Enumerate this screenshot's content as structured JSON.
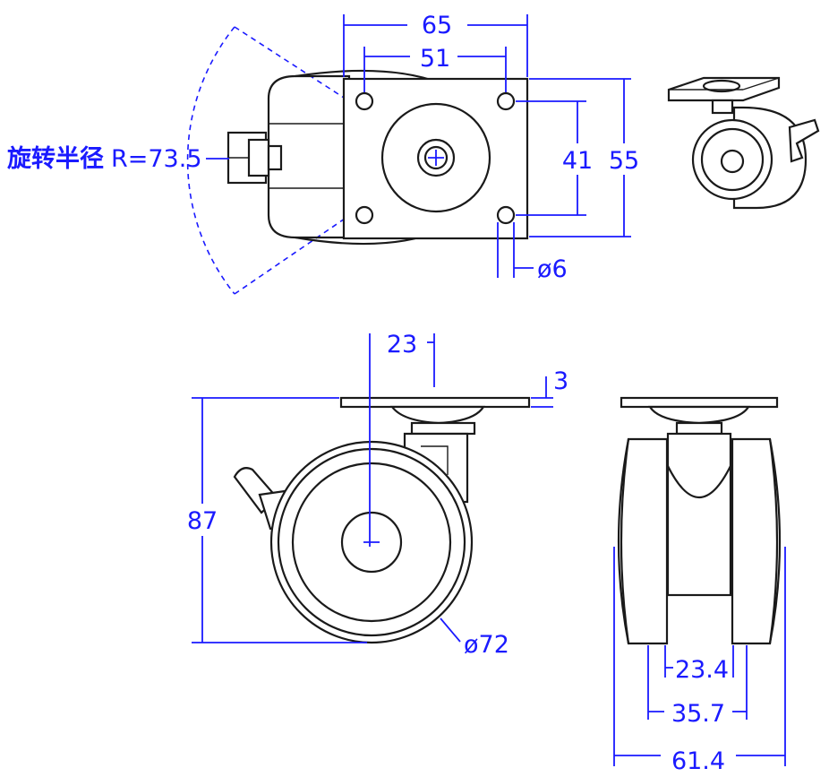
{
  "top_view": {
    "label": "旋转半径",
    "radius": "R=73.5",
    "width_outer": "65",
    "width_inner": "51",
    "height_inner": "41",
    "height_outer": "55",
    "hole_dia": "ø6"
  },
  "side_view": {
    "offset": "23",
    "plate_thickness": "3",
    "total_height": "87",
    "wheel_dia": "ø72"
  },
  "front_view": {
    "inner_width": "23.4",
    "mid_width": "35.7",
    "total_width": "61.4"
  },
  "colors": {
    "dimension": "#1a1aff",
    "outline": "#1a1a1a"
  }
}
